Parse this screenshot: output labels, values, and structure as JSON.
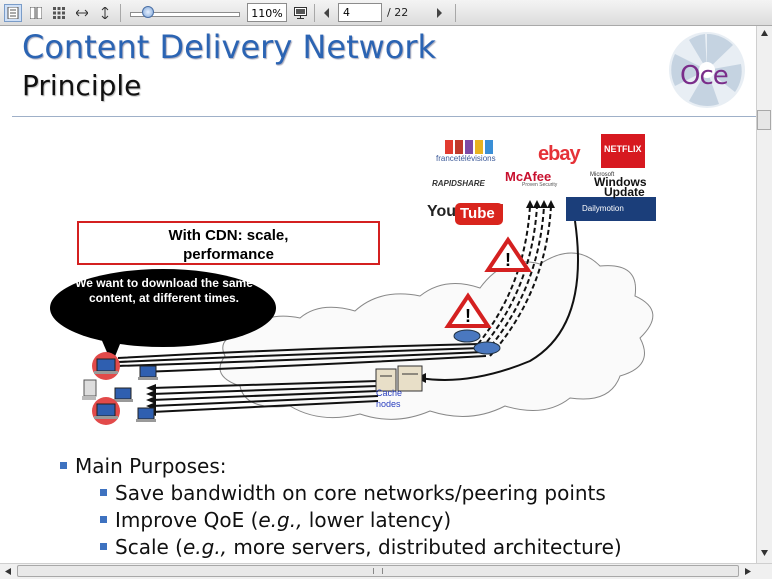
{
  "toolbar": {
    "zoom_label": "110%",
    "page_value": "4",
    "page_total": "/ 22"
  },
  "slide": {
    "title": "Content Delivery Network",
    "subtitle": "Principle",
    "logo_text": "Oce",
    "callout_line1": "With CDN: scale,",
    "callout_line2": "performance",
    "bubble_text": "We want to download the same content, at different times.",
    "cache_line1": "Cache",
    "cache_line2": "nodes",
    "brands": {
      "france_tv": "francetélévisions",
      "ebay": "ebay",
      "netflix": "NETFLIX",
      "rapidshare": "RAPIDSHARE",
      "mcafee": "McAfee",
      "mcafee_tag": "Proven Security",
      "microsoft": "Microsoft",
      "windows": "Windows",
      "update": "Update",
      "youtube_you": "You",
      "youtube_tube": "Tube",
      "dailymotion": "Dailymotion"
    },
    "bullets": {
      "main": "Main Purposes:",
      "items": [
        "Save bandwidth on core networks/peering points",
        "Improve QoE (e.g., lower latency)",
        "Scale (e.g., more servers, distributed architecture)"
      ]
    }
  },
  "colors": {
    "title_blue": "#2b64b3",
    "bullet_blue": "#3e72c0",
    "callout_red": "#d42020"
  }
}
